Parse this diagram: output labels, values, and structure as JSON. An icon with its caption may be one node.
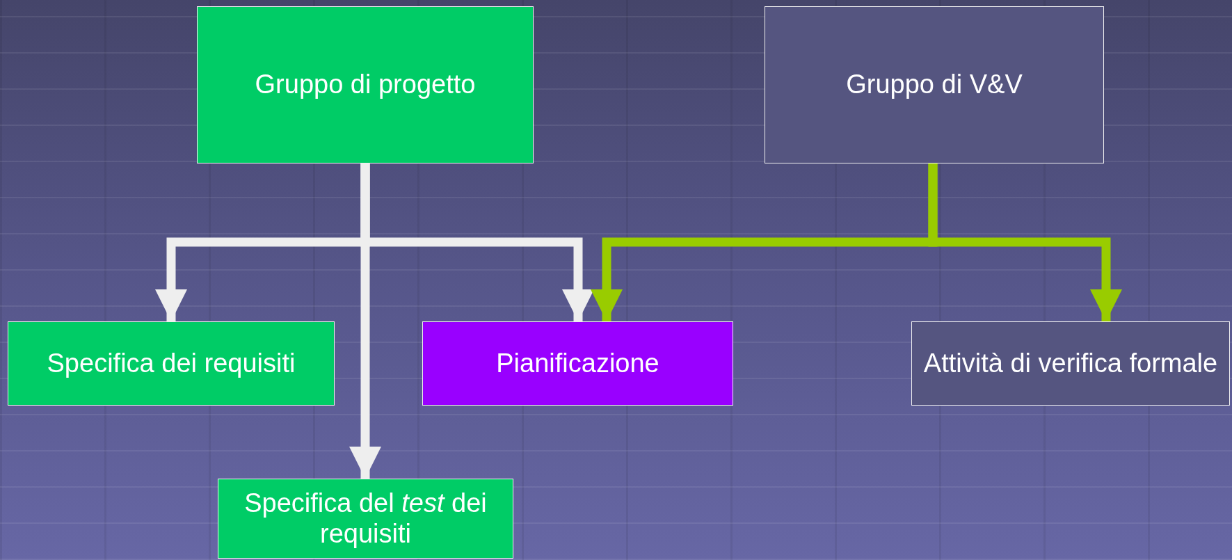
{
  "diagram": {
    "nodes": [
      {
        "text": [
          "Gruppo di progetto"
        ]
      },
      {
        "text": [
          "Gruppo di V&V"
        ]
      },
      {
        "text": [
          "Specifica dei requisiti"
        ]
      },
      {
        "text": [
          "Pianificazione"
        ]
      },
      {
        "text": [
          "Attività di verifica formale"
        ]
      },
      {
        "text": [
          "Specifica del *test* dei requisiti"
        ]
      }
    ],
    "edges": [
      {
        "from": 0,
        "to": 2,
        "arrow": "to"
      },
      {
        "from": 0,
        "to": 3,
        "arrow": "to"
      },
      {
        "from": 0,
        "to": 5,
        "arrow": "to"
      },
      {
        "from": 1,
        "to": 3,
        "arrow": "to",
        "color": "#99cc00"
      },
      {
        "from": 1,
        "to": 4,
        "arrow": "to",
        "color": "#99cc00"
      }
    ]
  }
}
